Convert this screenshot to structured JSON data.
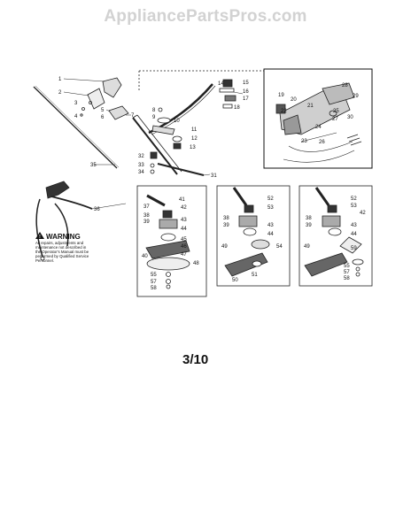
{
  "watermark": "AppliancePartsPros.com",
  "page_number": "3/10",
  "warning": {
    "title": "WARNING",
    "lines": [
      "All repairs, adjustments and",
      "maintenance not described in",
      "the Operator's Manual must be",
      "performed by Qualified Service",
      "Personnel."
    ]
  },
  "callouts": {
    "c1": "1",
    "c2": "2",
    "c3": "3",
    "c4": "4",
    "c5": "5",
    "c6": "6",
    "c7": "7",
    "c8": "8",
    "c9": "9",
    "c10": "10",
    "c11": "11",
    "c12": "12",
    "c13": "13",
    "c14": "14",
    "c15": "15",
    "c16": "16",
    "c17": "17",
    "c18": "18",
    "c19": "19",
    "c20": "20",
    "c21": "21",
    "c22": "22",
    "c23": "23",
    "c24": "24",
    "c25": "25",
    "c26": "26",
    "c27": "27",
    "c28": "28",
    "c29": "29",
    "c30": "30",
    "c31": "31",
    "c32": "32",
    "c33": "33",
    "c34": "34",
    "c35": "35",
    "c36": "36",
    "p1_41": "41",
    "p1_37": "37",
    "p1_42": "42",
    "p1_38": "38",
    "p1_39": "39",
    "p1_43": "43",
    "p1_44": "44",
    "p1_45": "45",
    "p1_46": "46",
    "p1_47": "47",
    "p1_40": "40",
    "p1_48": "48",
    "p1_55": "55",
    "p1_57": "57",
    "p1_58": "58",
    "p2_52": "52",
    "p2_53": "53",
    "p2_38": "38",
    "p2_39": "39",
    "p2_43": "43",
    "p2_44": "44",
    "p2_54": "54",
    "p2_49": "49",
    "p2_51": "51",
    "p2_50": "50",
    "p3_52": "52",
    "p3_53": "53",
    "p3_42": "42",
    "p3_38": "38",
    "p3_39": "39",
    "p3_43": "43",
    "p3_44": "44",
    "p3_49": "49",
    "p3_59": "59",
    "p3_55": "55",
    "p3_57": "57",
    "p3_58": "58"
  }
}
